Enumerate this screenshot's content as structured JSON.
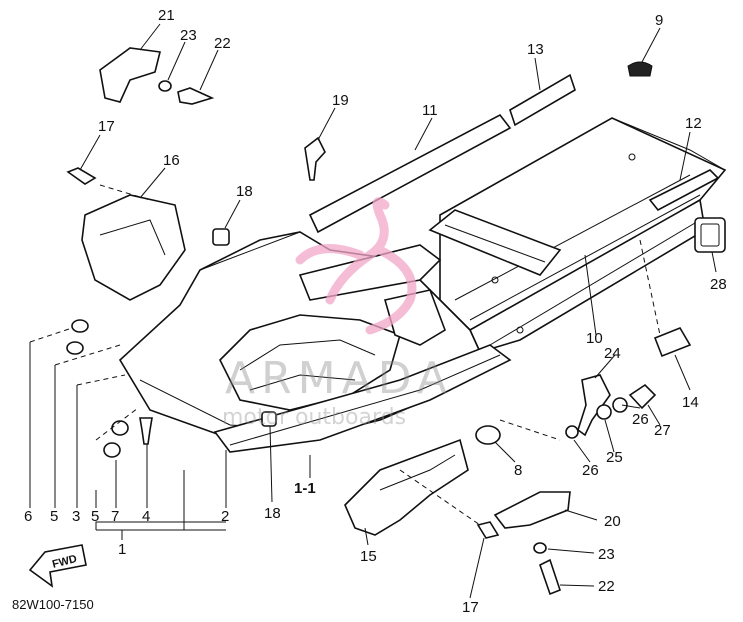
{
  "diagram": {
    "code": "82W100-7150",
    "fwd": "FWD",
    "sub_ref": "1-1",
    "callouts": [
      "21",
      "23",
      "22",
      "17",
      "16",
      "18",
      "19",
      "11",
      "13",
      "9",
      "12",
      "28",
      "10",
      "14",
      "24",
      "27",
      "26",
      "25",
      "26",
      "8",
      "20",
      "23",
      "22",
      "17",
      "15",
      "18",
      "6",
      "5",
      "3",
      "5",
      "7",
      "4",
      "2",
      "1"
    ]
  },
  "watermark": {
    "brand": "ARMADA",
    "tagline": "motor outboards",
    "logo_color": "#f2a7c8"
  }
}
